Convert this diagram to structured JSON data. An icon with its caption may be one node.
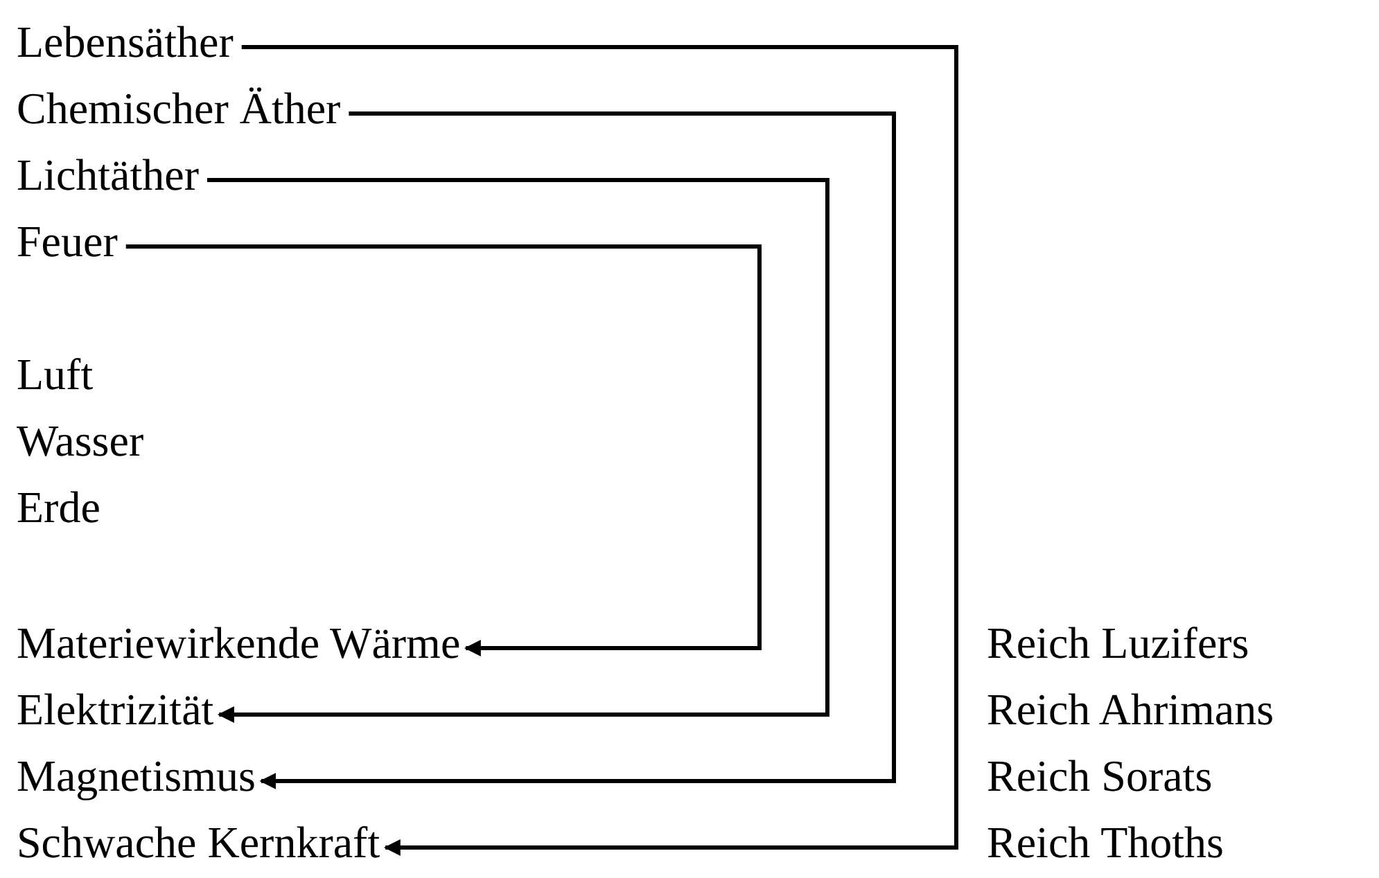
{
  "diagram": {
    "nodes": [
      {
        "text": [
          "Lebensäther"
        ]
      },
      {
        "text": [
          "Chemischer Äther"
        ]
      },
      {
        "text": [
          "Lichtäther"
        ]
      },
      {
        "text": [
          "Feuer"
        ]
      },
      {
        "text": [
          "Materiewirkende Wärme"
        ]
      },
      {
        "text": [
          "Elektrizität"
        ]
      },
      {
        "text": [
          "Magnetismus"
        ]
      },
      {
        "text": [
          "Schwache Kernkraft"
        ]
      }
    ],
    "edges": [
      {
        "from": 3,
        "to": 4,
        "arrow": "to"
      },
      {
        "from": 2,
        "to": 5,
        "arrow": "to"
      },
      {
        "from": 1,
        "to": 6,
        "arrow": "to"
      },
      {
        "from": 0,
        "to": 7,
        "arrow": "to"
      }
    ],
    "labels": [
      "Luft",
      "Wasser",
      "Erde",
      "Reich Luzifers",
      "Reich Ahrimans",
      "Reich Sorats",
      "Reich Thoths"
    ]
  }
}
